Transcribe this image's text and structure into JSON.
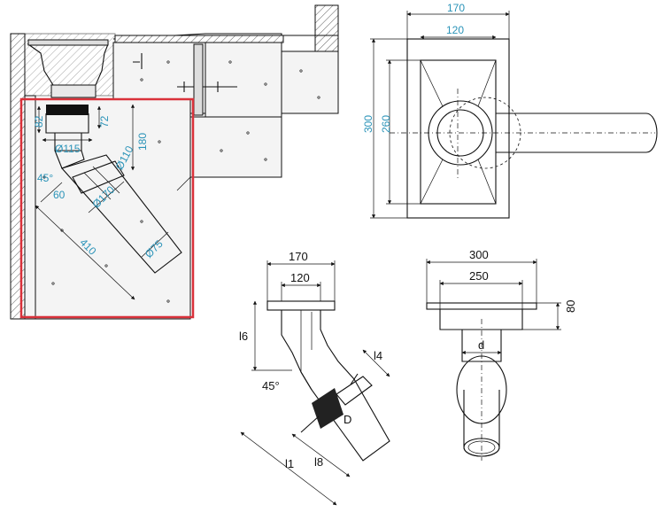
{
  "detail": {
    "outlet_height": "82",
    "outlet_height2": "72",
    "height": "180",
    "pipe_dia_small": "Ø115",
    "pipe_dia_mid": "Ø110",
    "pipe_dia_large": "Ø170",
    "pipe_dia_outlet": "Ø75",
    "angle": "45°",
    "offset": "60",
    "pipe_length": "410"
  },
  "plan": {
    "outer_width": "170",
    "inner_width": "120",
    "outer_height": "300",
    "inner_height": "260"
  },
  "side_view": {
    "outer_width": "170",
    "inner_width": "120",
    "l6": "l6",
    "l4": "l4",
    "angle": "45°",
    "D": "D",
    "l1": "l1",
    "l8": "l8"
  },
  "front_view": {
    "outer_width": "300",
    "inner_width": "250",
    "height": "80",
    "d": "d"
  },
  "colors": {
    "dimension_blue": "#2a93b8",
    "highlight_red": "#d9313a"
  }
}
